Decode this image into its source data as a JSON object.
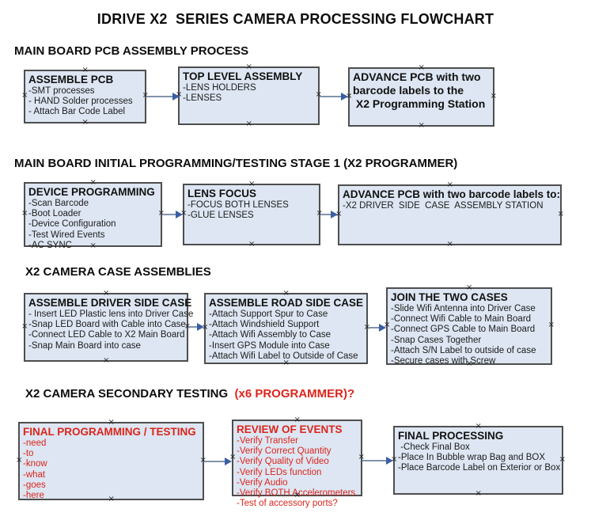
{
  "title": "IDRIVE X2  SERIES CAMERA PROCESSING FLOWCHART",
  "glyphs": {
    "anchor": "×"
  },
  "colors": {
    "box_fill": "#dde6f2",
    "box_border": "#4e4e4e",
    "text": "#111111",
    "red": "#dc251c",
    "arrow_line": "#8193ad",
    "arrow_head": "#3a5fa5"
  },
  "sections": [
    {
      "heading": "MAIN BOARD PCB ASSEMBLY PROCESS",
      "boxes": [
        {
          "title": "ASSEMBLE PCB",
          "items": [
            "-SMT processes",
            "- HAND Solder processes",
            "- Attach Bar Code Label"
          ]
        },
        {
          "title": "TOP LEVEL ASSEMBLY",
          "items": [
            "-LENS HOLDERS",
            "-LENSES"
          ]
        },
        {
          "lines": [
            "ADVANCE PCB with two",
            "barcode labels to the",
            " X2 Programming Station"
          ]
        }
      ]
    },
    {
      "heading": "MAIN BOARD INITIAL PROGRAMMING/TESTING STAGE 1 (X2 PROGRAMMER)",
      "boxes": [
        {
          "title": "DEVICE PROGRAMMING",
          "items": [
            "-Scan Barcode",
            "-Boot Loader",
            "-Device Configuration",
            "-Test Wired Events",
            "-AC SYNC"
          ]
        },
        {
          "title": "LENS FOCUS",
          "items": [
            "-FOCUS BOTH LENSES",
            "-GLUE LENSES"
          ]
        },
        {
          "title": "ADVANCE PCB with two barcode labels to:",
          "items": [
            "-X2 DRIVER  SIDE  CASE  ASSEMBLY STATION"
          ]
        }
      ]
    },
    {
      "heading": "X2 CAMERA CASE ASSEMBLIES",
      "boxes": [
        {
          "title": "ASSEMBLE DRIVER SIDE CASE",
          "items": [
            "- Insert LED Plastic lens into Driver Case",
            "-Snap LED Board with Cable into Case",
            "-Connect LED Cable to X2 Main Board",
            "-Snap Main Board into case"
          ]
        },
        {
          "title": "ASSEMBLE ROAD SIDE CASE",
          "items": [
            "-Attach Support Spur to Case",
            "-Attach Windshield Support",
            "-Attach Wifi Assembly to Case",
            "-Insert GPS Module into Case",
            "-Attach Wifi Label to Outside of Case"
          ]
        },
        {
          "title": "JOIN THE TWO CASES",
          "items": [
            "-Slide Wifi Antenna into Driver Case",
            "-Connect Wifi Cable to Main Board",
            "-Connect GPS Cable to Main Board",
            "-Snap Cases Together",
            "-Attach S/N Label to outside of case",
            "-Secure cases with Screw"
          ]
        }
      ]
    },
    {
      "heading": "X2 CAMERA SECONDARY TESTING",
      "heading_red": "  (x6 PROGRAMMER)?",
      "boxes": [
        {
          "title": "FINAL PROGRAMMING / TESTING",
          "items": [
            "-need",
            "-to",
            "-know",
            "-what",
            "-goes",
            "-here"
          ]
        },
        {
          "title": "REVIEW OF EVENTS",
          "items": [
            "-Verify Transfer",
            "-Verify Correct Quantity",
            "-Verify Quality of Video",
            "-Verify LEDs function",
            "-Verify Audio",
            "-Verify BOTH Accelerometers",
            "-Test of accessory ports?"
          ]
        },
        {
          "title": "FINAL PROCESSING",
          "items": [
            " -Check Final Box",
            "-Place In Bubble wrap Bag and BOX",
            "-Place Barcode Label on Exterior or Box"
          ]
        }
      ]
    }
  ]
}
